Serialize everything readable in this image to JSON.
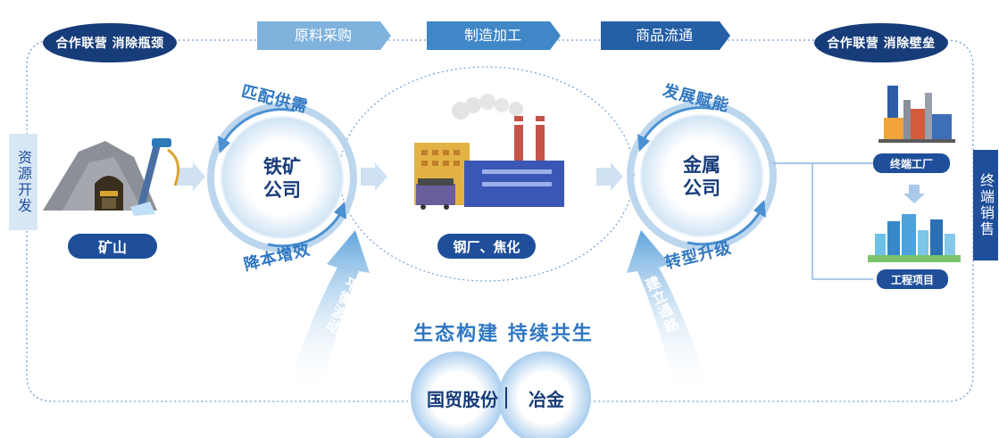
{
  "corner_left": "合作联营 消除瓶颈",
  "corner_right": "合作联营 消除壁垒",
  "stages": [
    {
      "label": "原料采购",
      "color": "#7fb3dd"
    },
    {
      "label": "制造加工",
      "color": "#3f87c6"
    },
    {
      "label": "商品流通",
      "color": "#255fa6"
    }
  ],
  "side_left": "资源开发",
  "side_right": "终端销售",
  "mine_label": "矿山",
  "iron_company": {
    "line1": "铁矿",
    "line2": "公司"
  },
  "iron_arc_top": "匹配供需",
  "iron_arc_bottom": "降本增效",
  "steel_label": "钢厂、焦化",
  "metal_company": {
    "line1": "金属",
    "line2": "公司"
  },
  "metal_arc_top": "发展赋能",
  "metal_arc_bottom": "转型升级",
  "terminal_factory": "终端工厂",
  "engineering_project": "工程项目",
  "arrow_left_text": "平衡波动",
  "arrow_right_text": "建立通路",
  "eco_slogan": "生态构建 持续共生",
  "bottom_left": "国贸股份",
  "bottom_right": "冶金",
  "colors": {
    "navy": "#173c7a",
    "blue": "#2f77c2",
    "pale": "#d7e7f6"
  }
}
